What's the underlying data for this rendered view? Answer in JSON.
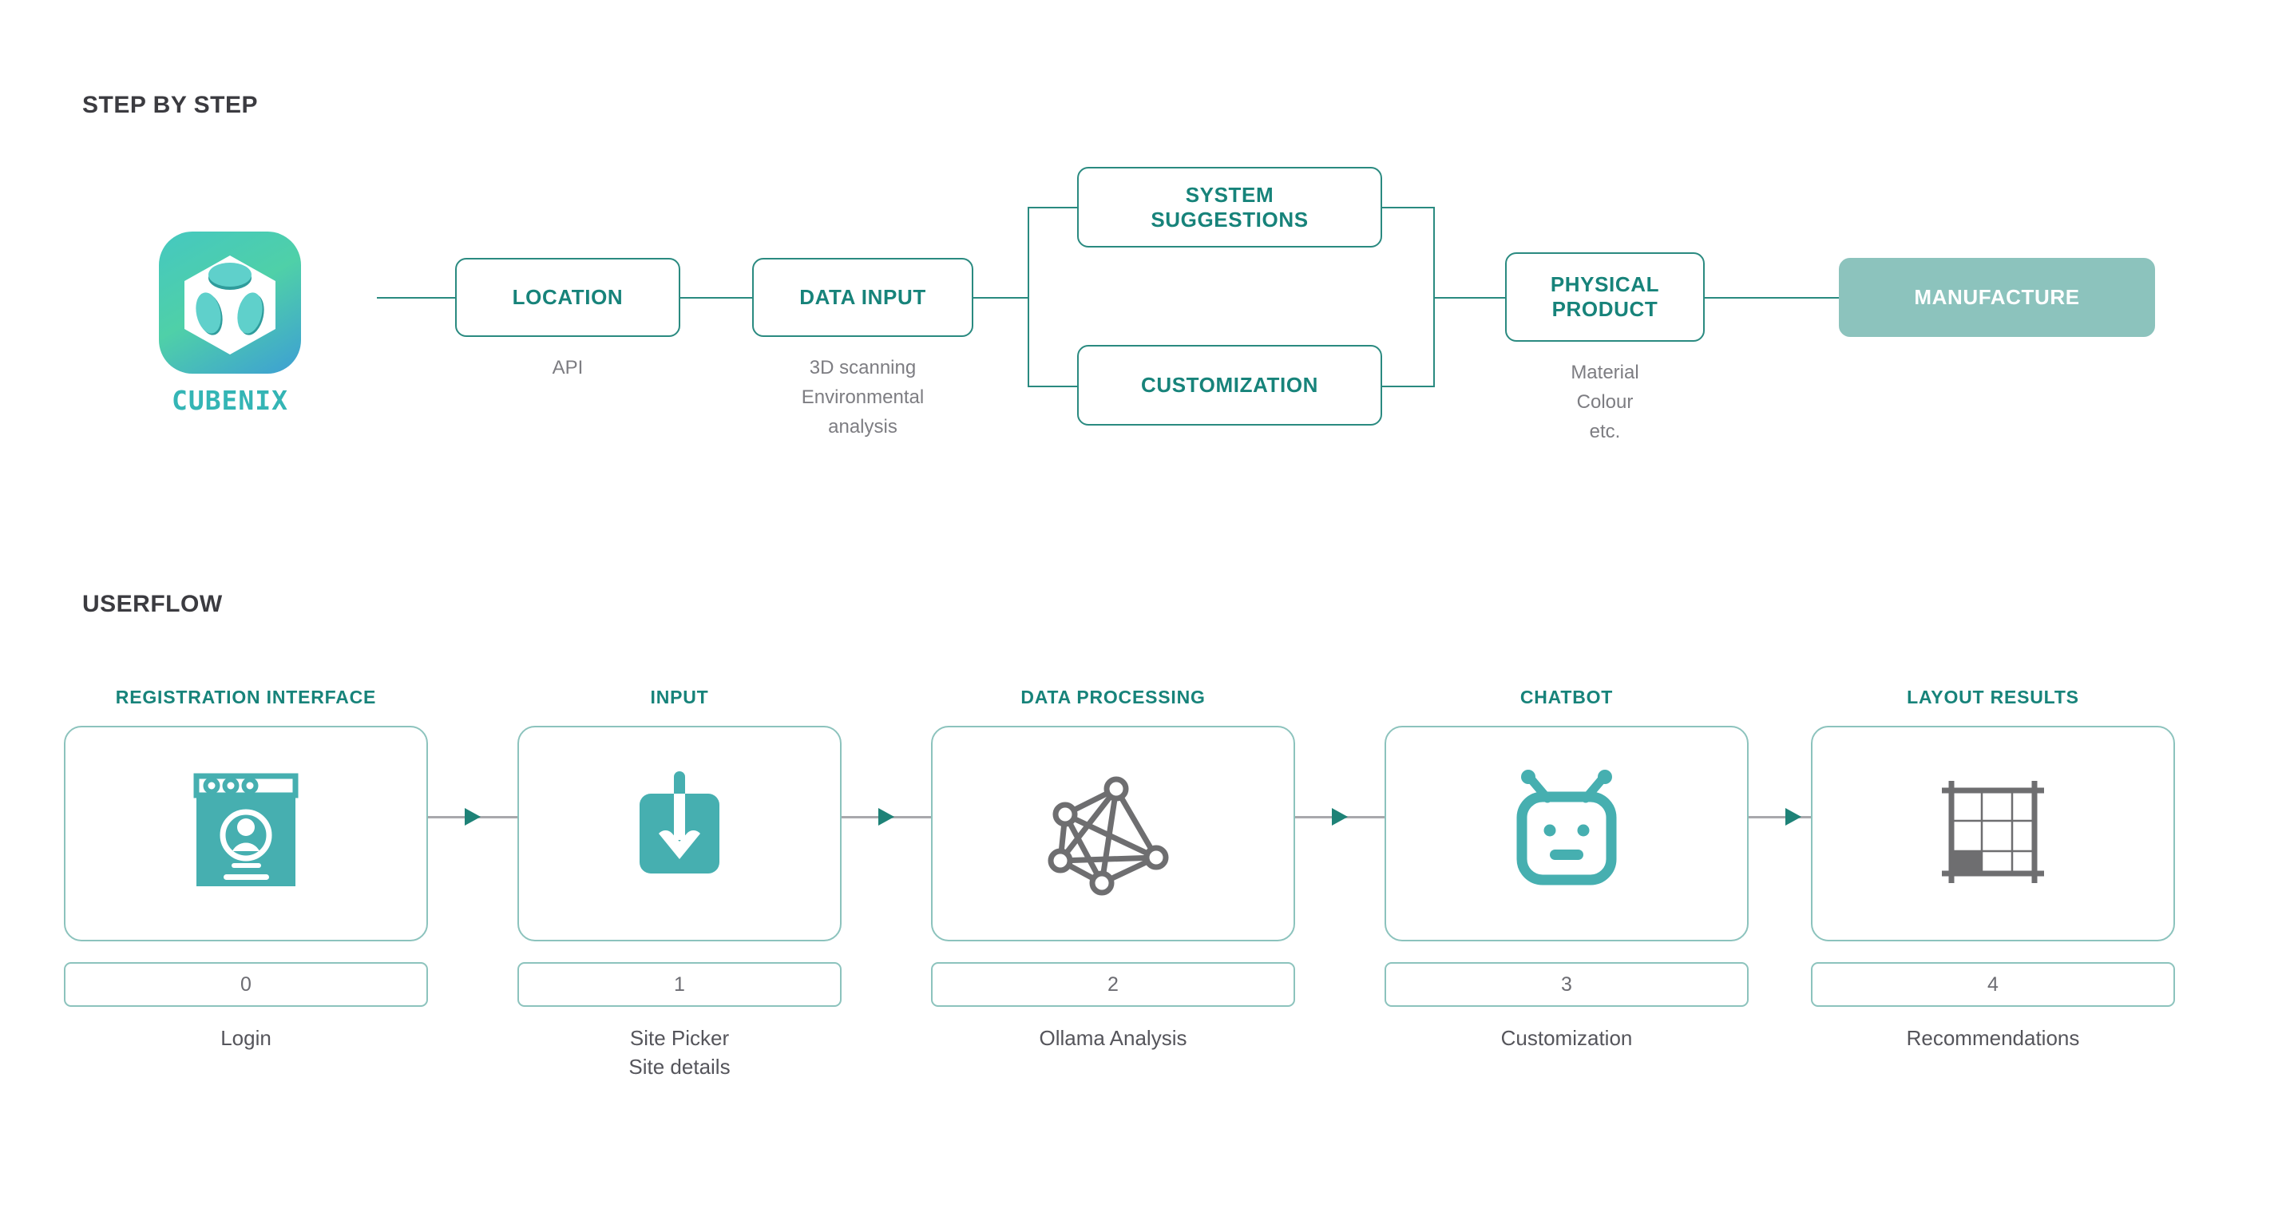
{
  "sections": {
    "step_title": "STEP BY STEP",
    "userflow_title": "USERFLOW"
  },
  "brand": {
    "name": "CUBENIX",
    "logo_icon": "cube-logo-icon",
    "gradient_from": "#45c8c0",
    "gradient_to": "#3d9fd4"
  },
  "colors": {
    "teal_line": "#2a8a80",
    "teal_text": "#17837a",
    "teal_fill": "#8cc3bd",
    "icon_teal": "#46afb0",
    "gray_text": "#7d7d82",
    "arrow_gray": "#a8a8ac",
    "title_dark": "#3b3b40"
  },
  "step_flow": {
    "nodes": [
      {
        "id": "location",
        "label": "LOCATION",
        "sub": "API",
        "filled": false
      },
      {
        "id": "data-input",
        "label": "DATA INPUT",
        "sub": "3D scanning\nEnvironmental\nanalysis",
        "filled": false
      },
      {
        "id": "system-suggestions",
        "label": "SYSTEM\nSUGGESTIONS",
        "sub": "",
        "filled": false
      },
      {
        "id": "customization",
        "label": "CUSTOMIZATION",
        "sub": "",
        "filled": false
      },
      {
        "id": "physical-product",
        "label": "PHYSICAL\nPRODUCT",
        "sub": "Material\nColour\netc.",
        "filled": false
      },
      {
        "id": "manufacture",
        "label": "MANUFACTURE",
        "sub": "",
        "filled": true
      }
    ]
  },
  "user_flow": {
    "steps": [
      {
        "header": "REGISTRATION INTERFACE",
        "icon": "registration-window-icon",
        "number": "0",
        "caption": "Login"
      },
      {
        "header": "INPUT",
        "icon": "download-arrow-icon",
        "number": "1",
        "caption": "Site Picker\nSite details"
      },
      {
        "header": "DATA PROCESSING",
        "icon": "network-graph-icon",
        "number": "2",
        "caption": "Ollama Analysis"
      },
      {
        "header": "CHATBOT",
        "icon": "robot-head-icon",
        "number": "3",
        "caption": "Customization"
      },
      {
        "header": "LAYOUT RESULTS",
        "icon": "grid-layout-icon",
        "number": "4",
        "caption": "Recommendations"
      }
    ]
  }
}
